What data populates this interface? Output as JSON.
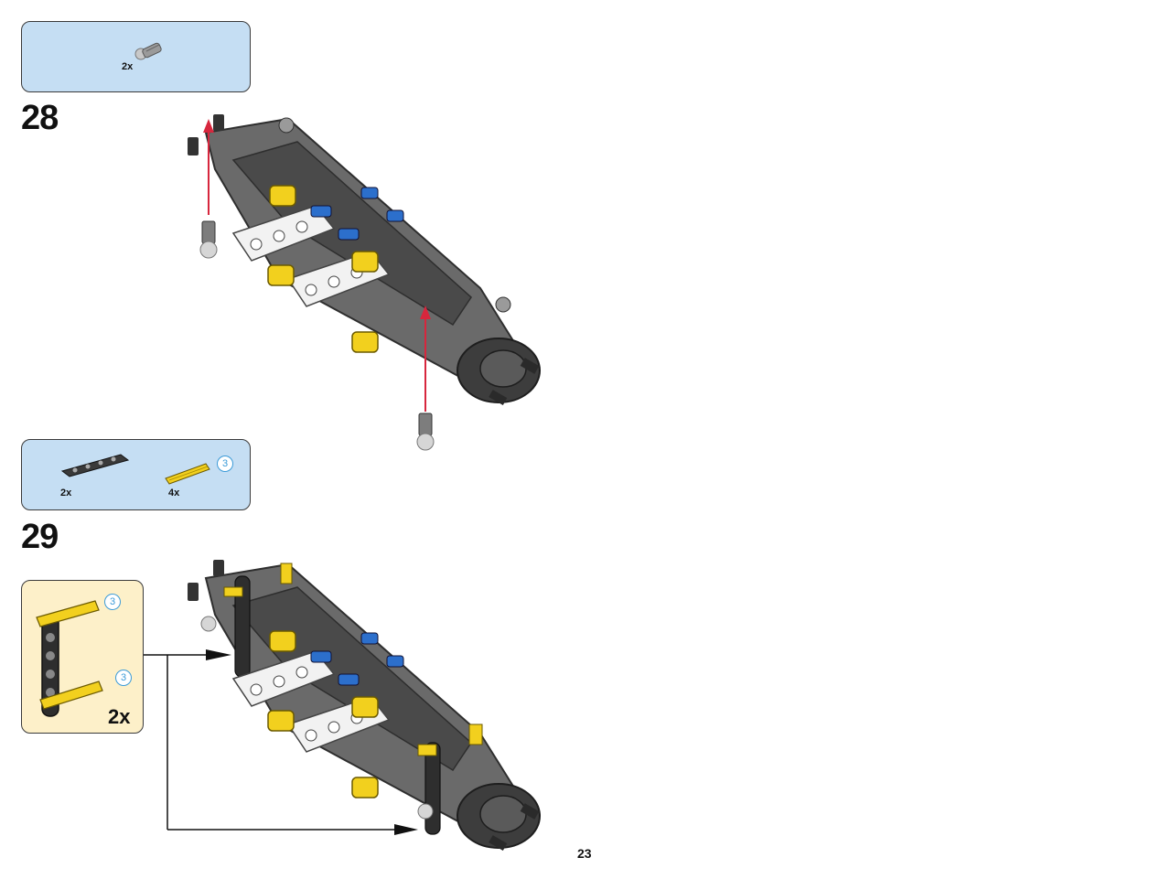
{
  "step28": {
    "number": "28",
    "parts": [
      {
        "qty": "2x",
        "icon": "axle-pin-icon"
      }
    ]
  },
  "step29": {
    "number": "29",
    "parts": [
      {
        "qty": "2x",
        "icon": "dark-beam-icon"
      },
      {
        "qty": "4x",
        "icon": "yellow-axle-icon",
        "length_badge": "3"
      }
    ],
    "subassembly": {
      "multiplier": "2x",
      "badges": [
        "3",
        "3"
      ]
    }
  },
  "page_number": "23",
  "colors": {
    "parts_box": "#c5def3",
    "subassembly_box": "#fdf0c9",
    "frame_gray": "#5c5c5c",
    "axle_yellow": "#f2d01e",
    "pin_blue": "#2c6fcc",
    "arrow_red": "#d7263d",
    "badge_blue": "#3b9bd8"
  }
}
